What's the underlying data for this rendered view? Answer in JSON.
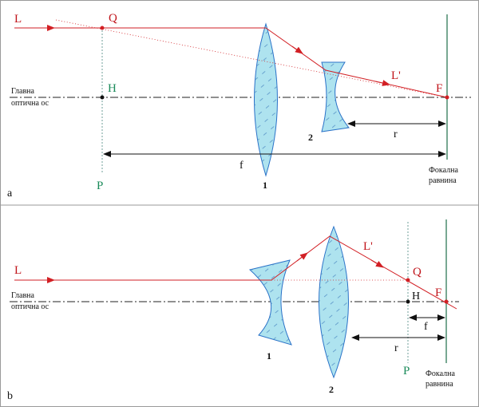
{
  "panel_a": {
    "panel_letter": "a",
    "ray_in": "L",
    "ray_out": "L'",
    "point_q": "Q",
    "point_h": "H",
    "point_f": "F",
    "plane_p": "P",
    "axis_label_line1": "Главна",
    "axis_label_line2": "оптична ос",
    "distance_f": "f",
    "distance_r": "r",
    "lens_1": "1",
    "lens_2": "2",
    "focal_plane_line1": "Фокална",
    "focal_plane_line2": "равнина"
  },
  "panel_b": {
    "panel_letter": "b",
    "ray_in": "L",
    "ray_out": "L'",
    "point_q": "Q",
    "point_h": "H",
    "point_f": "F",
    "plane_p": "P",
    "axis_label_line1": "Главна",
    "axis_label_line2": "оптична ос",
    "distance_f": "f",
    "distance_r": "r",
    "lens_1": "1",
    "lens_2": "2",
    "focal_plane_line1": "Фокална",
    "focal_plane_line2": "равнина"
  },
  "colors": {
    "ray": "#d21f24",
    "lens_fill": "#aee3ef",
    "lens_stroke": "#2a72c8",
    "focal_plane": "#2f7a57",
    "plane_p": "#6f9f9a",
    "axis": "#222222"
  }
}
